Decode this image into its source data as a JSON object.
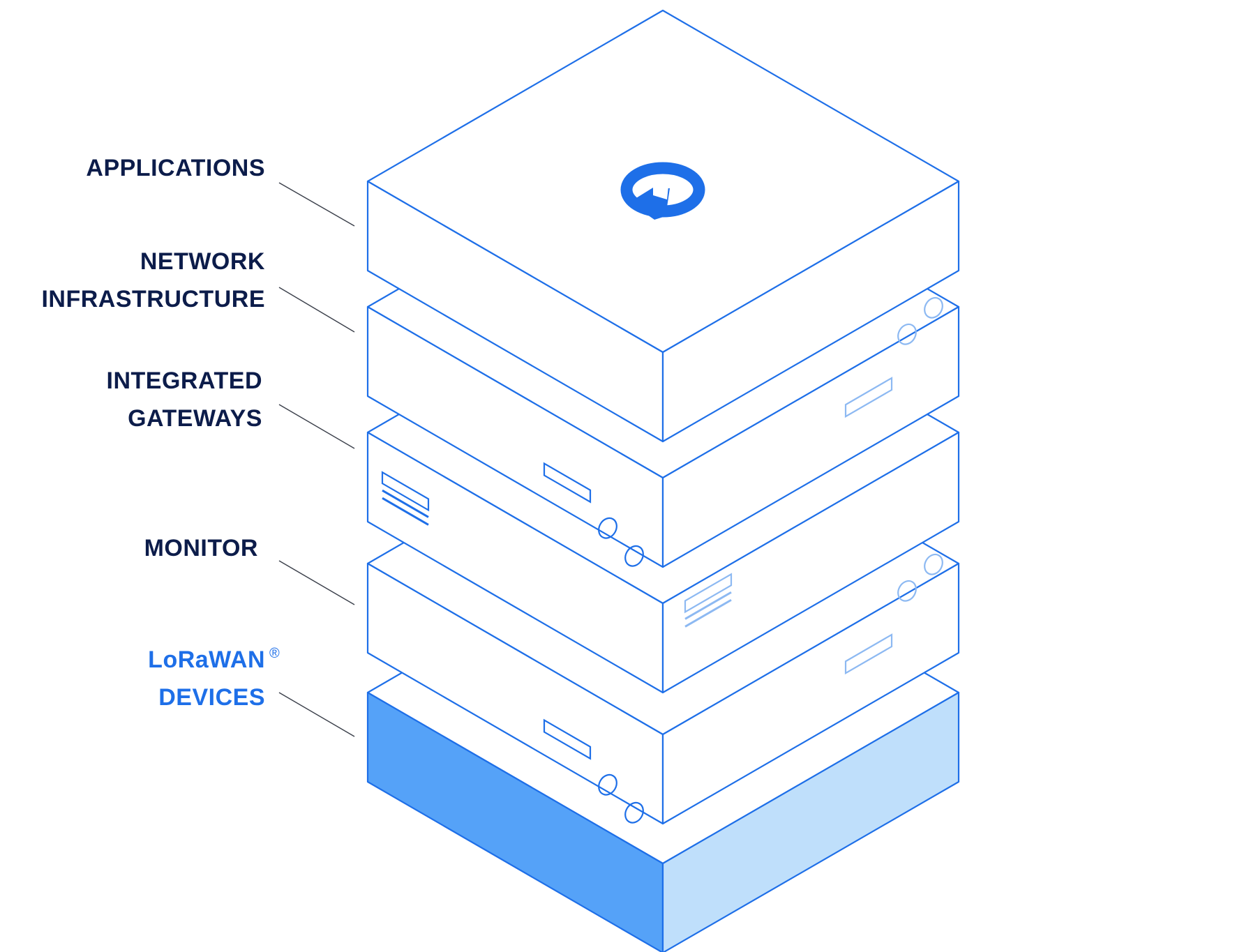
{
  "colors": {
    "stroke": "#1E6FE8",
    "stroke_light": "#8DB9F2",
    "face_fill": "#FFFFFF",
    "base_left": "#55A2F8",
    "base_right": "#BFDFFB",
    "label_dark": "#0C1C4A",
    "label_accent": "#1E6FE8",
    "leader": "#3A3F4A"
  },
  "layers": [
    {
      "id": "applications",
      "lines": [
        "APPLICATIONS"
      ],
      "accent": false
    },
    {
      "id": "network-infrastructure",
      "lines": [
        "NETWORK",
        "INFRASTRUCTURE"
      ],
      "accent": false
    },
    {
      "id": "integrated-gateways",
      "lines": [
        "INTEGRATED",
        "GATEWAYS"
      ],
      "accent": false
    },
    {
      "id": "monitor",
      "lines": [
        "MONITOR"
      ],
      "accent": false
    },
    {
      "id": "lorawan-devices",
      "lines": [
        "LoRaWAN",
        "DEVICES"
      ],
      "accent": true,
      "trademark": "®"
    }
  ],
  "logo": {
    "icon": "q-logo-icon"
  }
}
